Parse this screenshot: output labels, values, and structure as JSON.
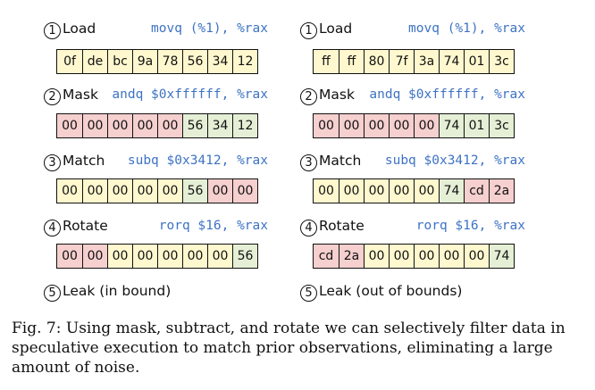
{
  "columns": [
    {
      "steps": [
        {
          "num": "1",
          "name": "Load",
          "code": "movq (%1), %rax",
          "bytes": [
            {
              "v": "0f",
              "c": "y"
            },
            {
              "v": "de",
              "c": "y"
            },
            {
              "v": "bc",
              "c": "y"
            },
            {
              "v": "9a",
              "c": "y"
            },
            {
              "v": "78",
              "c": "y"
            },
            {
              "v": "56",
              "c": "y"
            },
            {
              "v": "34",
              "c": "y"
            },
            {
              "v": "12",
              "c": "y"
            }
          ]
        },
        {
          "num": "2",
          "name": "Mask",
          "code": "andq $0xffffff, %rax",
          "bytes": [
            {
              "v": "00",
              "c": "r"
            },
            {
              "v": "00",
              "c": "r"
            },
            {
              "v": "00",
              "c": "r"
            },
            {
              "v": "00",
              "c": "r"
            },
            {
              "v": "00",
              "c": "r"
            },
            {
              "v": "56",
              "c": "g"
            },
            {
              "v": "34",
              "c": "g"
            },
            {
              "v": "12",
              "c": "g"
            }
          ]
        },
        {
          "num": "3",
          "name": "Match",
          "code": "subq $0x3412, %rax",
          "bytes": [
            {
              "v": "00",
              "c": "y"
            },
            {
              "v": "00",
              "c": "y"
            },
            {
              "v": "00",
              "c": "y"
            },
            {
              "v": "00",
              "c": "y"
            },
            {
              "v": "00",
              "c": "y"
            },
            {
              "v": "56",
              "c": "g"
            },
            {
              "v": "00",
              "c": "r"
            },
            {
              "v": "00",
              "c": "r"
            }
          ]
        },
        {
          "num": "4",
          "name": "Rotate",
          "code": "rorq $16, %rax",
          "bytes": [
            {
              "v": "00",
              "c": "r"
            },
            {
              "v": "00",
              "c": "r"
            },
            {
              "v": "00",
              "c": "y"
            },
            {
              "v": "00",
              "c": "y"
            },
            {
              "v": "00",
              "c": "y"
            },
            {
              "v": "00",
              "c": "y"
            },
            {
              "v": "00",
              "c": "y"
            },
            {
              "v": "56",
              "c": "g"
            }
          ]
        },
        {
          "num": "5",
          "name": "Leak (in bound)",
          "code": "",
          "bytes": []
        }
      ]
    },
    {
      "steps": [
        {
          "num": "1",
          "name": "Load",
          "code": "movq (%1), %rax",
          "bytes": [
            {
              "v": "ff",
              "c": "y"
            },
            {
              "v": "ff",
              "c": "y"
            },
            {
              "v": "80",
              "c": "y"
            },
            {
              "v": "7f",
              "c": "y"
            },
            {
              "v": "3a",
              "c": "y"
            },
            {
              "v": "74",
              "c": "y"
            },
            {
              "v": "01",
              "c": "y"
            },
            {
              "v": "3c",
              "c": "y"
            }
          ]
        },
        {
          "num": "2",
          "name": "Mask",
          "code": "andq $0xffffff, %rax",
          "bytes": [
            {
              "v": "00",
              "c": "r"
            },
            {
              "v": "00",
              "c": "r"
            },
            {
              "v": "00",
              "c": "r"
            },
            {
              "v": "00",
              "c": "r"
            },
            {
              "v": "00",
              "c": "r"
            },
            {
              "v": "74",
              "c": "g"
            },
            {
              "v": "01",
              "c": "g"
            },
            {
              "v": "3c",
              "c": "g"
            }
          ]
        },
        {
          "num": "3",
          "name": "Match",
          "code": "subq $0x3412, %rax",
          "bytes": [
            {
              "v": "00",
              "c": "y"
            },
            {
              "v": "00",
              "c": "y"
            },
            {
              "v": "00",
              "c": "y"
            },
            {
              "v": "00",
              "c": "y"
            },
            {
              "v": "00",
              "c": "y"
            },
            {
              "v": "74",
              "c": "g"
            },
            {
              "v": "cd",
              "c": "r"
            },
            {
              "v": "2a",
              "c": "r"
            }
          ]
        },
        {
          "num": "4",
          "name": "Rotate",
          "code": "rorq $16, %rax",
          "bytes": [
            {
              "v": "cd",
              "c": "r"
            },
            {
              "v": "2a",
              "c": "r"
            },
            {
              "v": "00",
              "c": "y"
            },
            {
              "v": "00",
              "c": "y"
            },
            {
              "v": "00",
              "c": "y"
            },
            {
              "v": "00",
              "c": "y"
            },
            {
              "v": "00",
              "c": "y"
            },
            {
              "v": "74",
              "c": "g"
            }
          ]
        },
        {
          "num": "5",
          "name": "Leak (out of bounds)",
          "code": "",
          "bytes": []
        }
      ]
    }
  ],
  "caption": "Fig. 7: Using mask, subtract, and rotate we can selectively filter data in speculative execution to match prior observations, eliminating a large amount of noise."
}
